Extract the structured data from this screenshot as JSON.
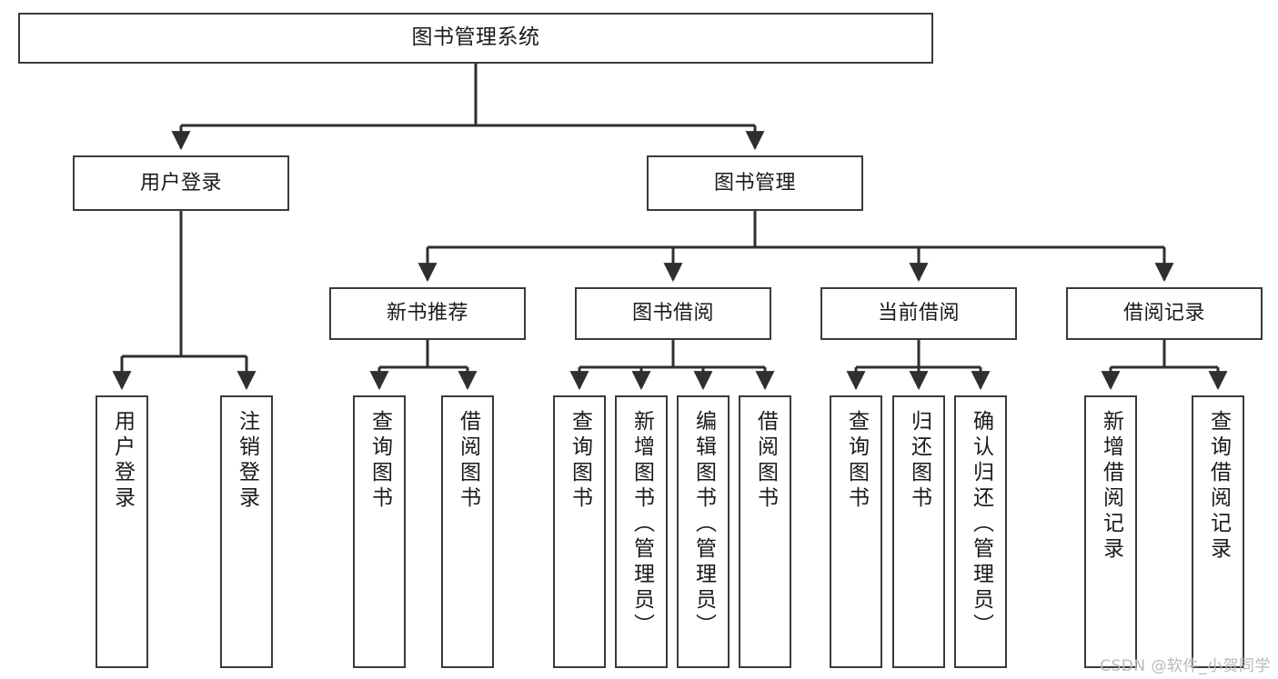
{
  "diagram": {
    "title": "图书管理系统",
    "type": "tree",
    "colors": {
      "box_border": "#3a3a3a",
      "box_fill": "#ffffff",
      "connector": "#2f2f2f",
      "text": "#1a1a1a",
      "watermark": "#b8b8b8"
    },
    "root": {
      "label": "图书管理系统"
    },
    "level1": [
      {
        "label": "用户登录"
      },
      {
        "label": "图书管理"
      }
    ],
    "level2": [
      {
        "label": "新书推荐"
      },
      {
        "label": "图书借阅"
      },
      {
        "label": "当前借阅"
      },
      {
        "label": "借阅记录"
      }
    ],
    "leaves": {
      "user_login": [
        {
          "label": "用户登录"
        },
        {
          "label": "注销登录"
        }
      ],
      "new_book_recommend": [
        {
          "label": "查询图书"
        },
        {
          "label": "借阅图书"
        }
      ],
      "book_borrow": [
        {
          "label": "查询图书"
        },
        {
          "label": "新增图书（管理员）"
        },
        {
          "label": "编辑图书（管理员）"
        },
        {
          "label": "借阅图书"
        }
      ],
      "current_borrow": [
        {
          "label": "查询图书"
        },
        {
          "label": "归还图书"
        },
        {
          "label": "确认归还（管理员）"
        }
      ],
      "borrow_record": [
        {
          "label": "新增借阅记录"
        },
        {
          "label": "查询借阅记录"
        }
      ]
    }
  },
  "watermark": {
    "text": "CSDN @软件_小贺同学"
  }
}
